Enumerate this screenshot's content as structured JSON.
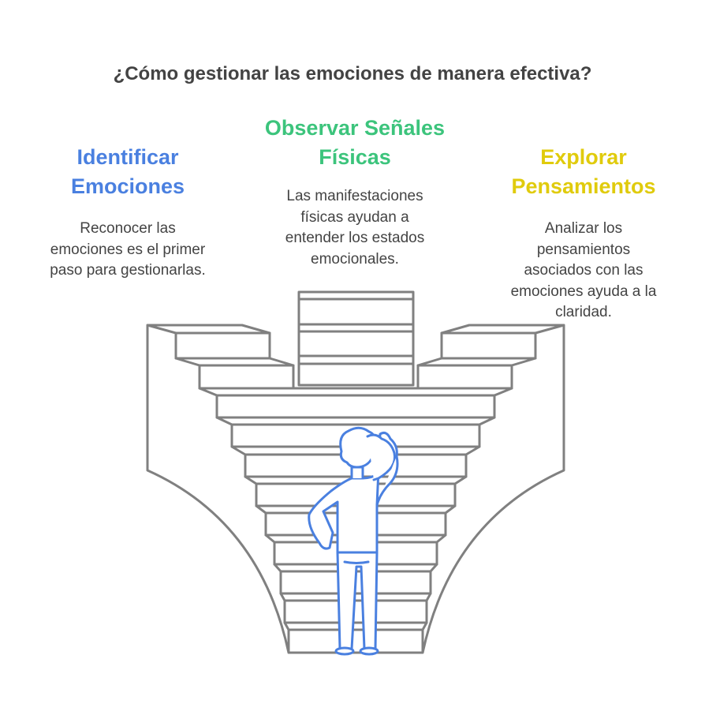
{
  "title": "¿Cómo gestionar las emociones de manera efectiva?",
  "colors": {
    "blue": "#4a80e0",
    "green": "#3cc47c",
    "yellow": "#e0cb0c",
    "stairs": "#808080",
    "text": "#444444"
  },
  "steps": [
    {
      "heading": "Identificar\nEmociones",
      "body": "Reconocer las\nemociones es el primer\npaso para gestionarlas."
    },
    {
      "heading": "Observar Señales\nFísicas",
      "body": "Las manifestaciones\nfísicas ayudan a\nentender los estados\nemocionales."
    },
    {
      "heading": "Explorar\nPensamientos",
      "body": "Analizar los\npensamientos\nasociados con las\nemociones ayuda a la\nclaridad."
    }
  ]
}
